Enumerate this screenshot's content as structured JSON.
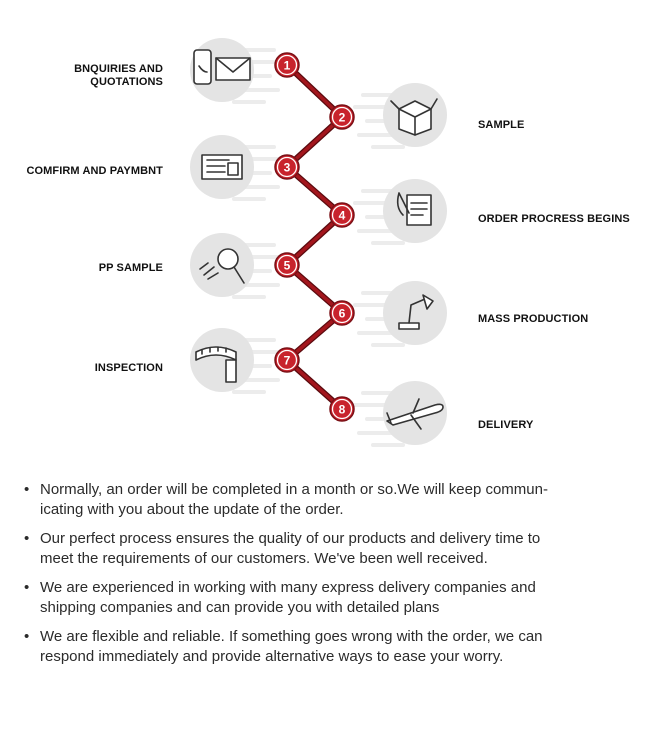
{
  "steps": [
    {
      "number": "1",
      "label_line1": "BNQUIRIES AND",
      "label_line2": "QUOTATIONS",
      "icon": "phone-and-envelope-icon"
    },
    {
      "number": "2",
      "label_line1": "SAMPLE",
      "label_line2": "",
      "icon": "box-icon"
    },
    {
      "number": "3",
      "label_line1": "COMFIRM AND PAYMBNT",
      "label_line2": "",
      "icon": "invoice-icon"
    },
    {
      "number": "4",
      "label_line1": "ORDER PROCRESS BEGINS",
      "label_line2": "",
      "icon": "document-quill-icon"
    },
    {
      "number": "5",
      "label_line1": "PP SAMPLE",
      "label_line2": "",
      "icon": "magnifier-icon"
    },
    {
      "number": "6",
      "label_line1": "MASS PRODUCTION",
      "label_line2": "",
      "icon": "lamp-machine-icon"
    },
    {
      "number": "7",
      "label_line1": "INSPECTION",
      "label_line2": "",
      "icon": "measuring-tape-icon"
    },
    {
      "number": "8",
      "label_line1": "DELIVERY",
      "label_line2": "",
      "icon": "airplane-icon"
    }
  ],
  "notes": [
    {
      "line1": "Normally, an order will be completed in a month or so.We will keep commun-",
      "line2": "icating with you about the update of the order."
    },
    {
      "line1": "Our perfect process ensures the quality of our products and delivery time to",
      "line2": "meet the requirements of our customers. We've been well received."
    },
    {
      "line1": "We are experienced in working with many express delivery companies and",
      "line2": "shipping companies and can provide you with detailed plans"
    },
    {
      "line1": "We are flexible and reliable. If something goes wrong with the order, we can",
      "line2": "respond immediately and provide alternative ways to ease your worry."
    }
  ],
  "bullet": "•",
  "colors": {
    "node": "#c8232c",
    "node_stroke": "#7a1016",
    "line": "#a3161d",
    "icon_bg": "#e4e4e4",
    "streak": "#ececec"
  }
}
